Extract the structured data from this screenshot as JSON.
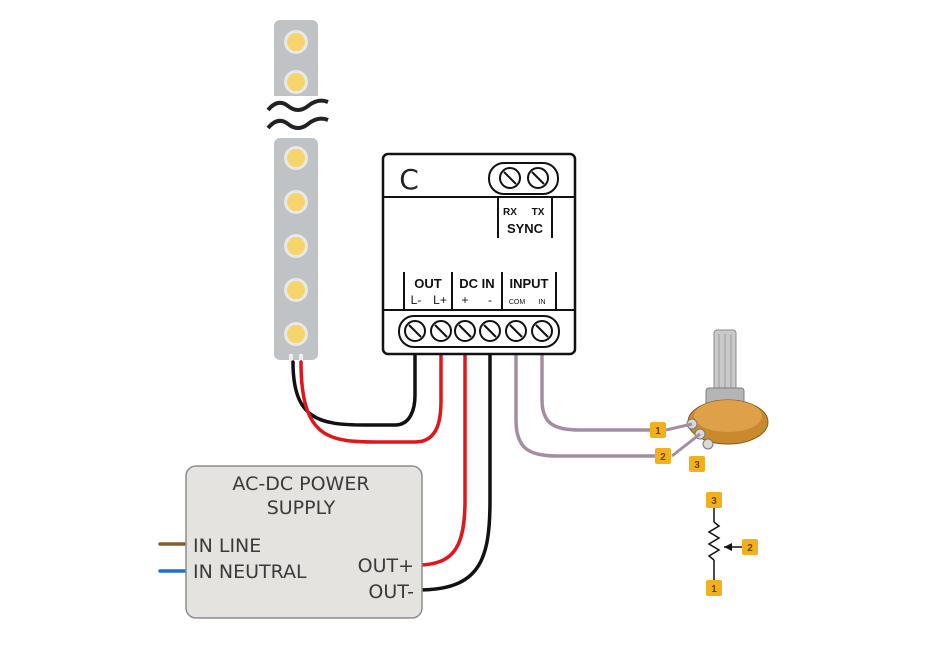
{
  "psu": {
    "title_line1": "AC-DC POWER",
    "title_line2": "SUPPLY",
    "in_line": "IN LINE",
    "in_neutral": "IN NEUTRAL",
    "out_plus": "OUT+",
    "out_minus": "OUT-"
  },
  "controller": {
    "logo": "C",
    "sync_rx": "RX",
    "sync_tx": "TX",
    "sync_label": "SYNC",
    "out_label": "OUT",
    "out_minus": "L-",
    "out_plus": "L+",
    "dcin_label": "DC IN",
    "dcin_plus": "+",
    "dcin_minus": "-",
    "input_label": "INPUT",
    "input_com": "COM",
    "input_in": "IN"
  },
  "potentiometer": {
    "pins": [
      "1",
      "2",
      "3"
    ]
  },
  "schematic": {
    "pin_top": "3",
    "pin_wiper": "2",
    "pin_bottom": "1"
  },
  "colors": {
    "wire_positive": "#e0161a",
    "wire_negative": "#111111",
    "wire_signal": "#a48da3",
    "wire_line": "#8b5a2b",
    "wire_neutral": "#1f6fd1",
    "led": "#f7d56a",
    "strip": "#bfc3c6",
    "pin_tag": "#f2b01e",
    "psu_body": "#e4e3df"
  }
}
